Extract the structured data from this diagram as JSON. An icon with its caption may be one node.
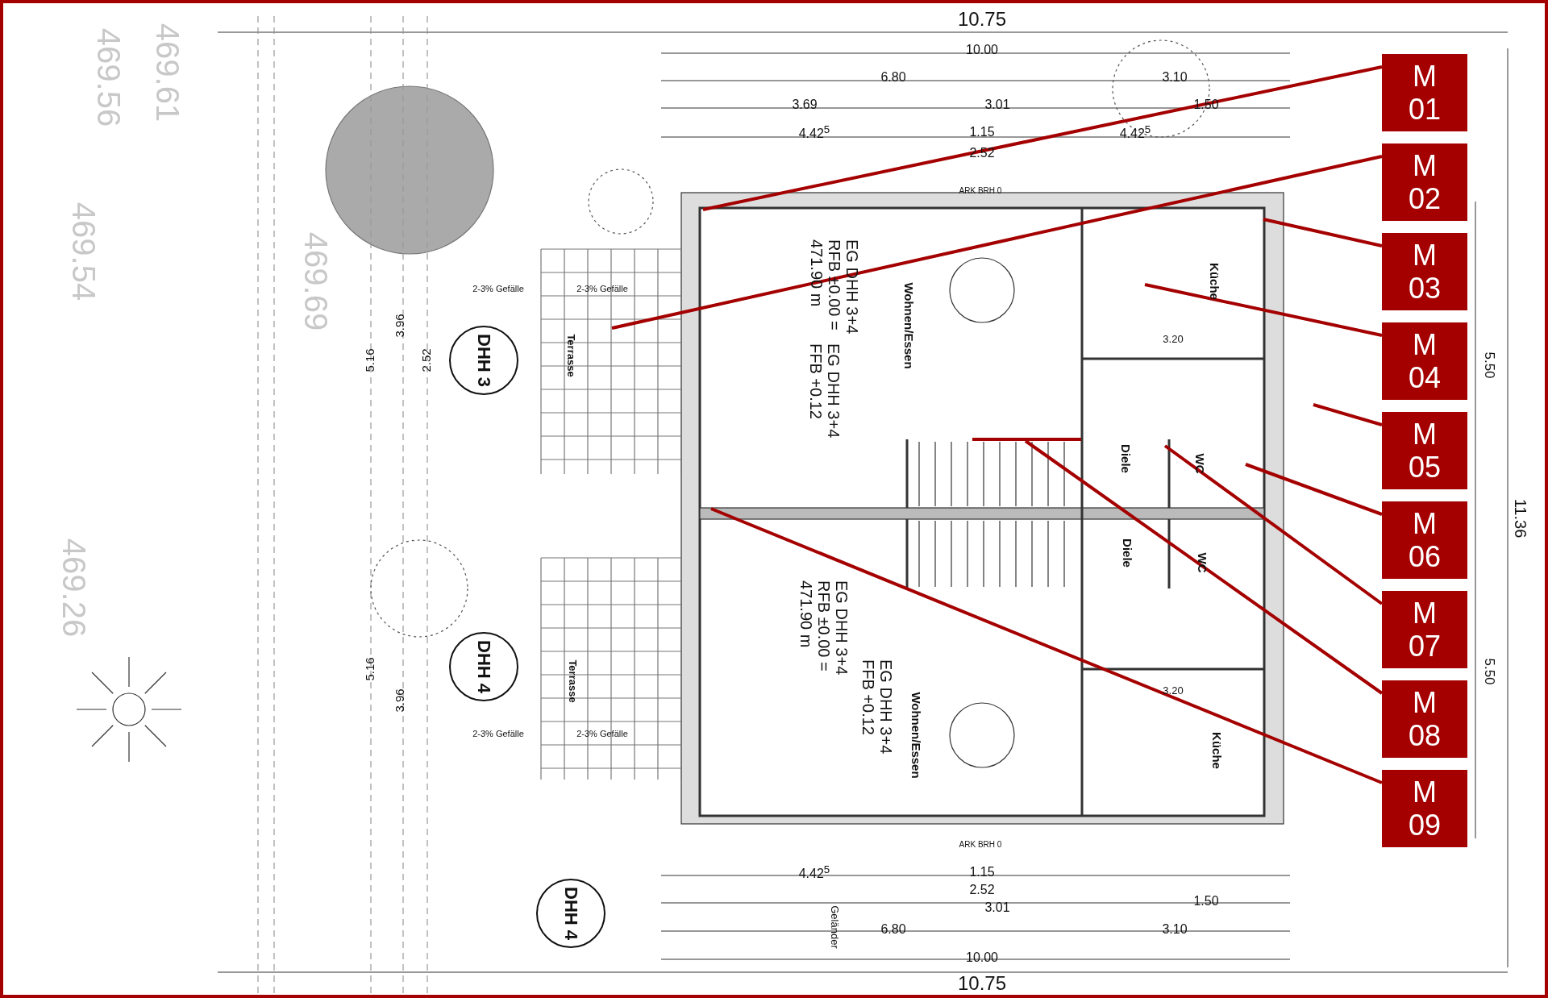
{
  "diagram": {
    "nodes": [
      {
        "text": [
          "M 01"
        ]
      },
      {
        "text": [
          "M 02"
        ]
      },
      {
        "text": [
          "M 03"
        ]
      },
      {
        "text": [
          "M 04"
        ]
      },
      {
        "text": [
          "M 05"
        ]
      },
      {
        "text": [
          "M 06"
        ]
      },
      {
        "text": [
          "M 07"
        ]
      },
      {
        "text": [
          "M 08"
        ]
      },
      {
        "text": [
          "M 09"
        ]
      }
    ],
    "edges": [
      {
        "from": 0,
        "to": null,
        "arrow": "none"
      },
      {
        "from": 1,
        "to": null,
        "arrow": "none"
      },
      {
        "from": 2,
        "to": null,
        "arrow": "none"
      },
      {
        "from": 3,
        "to": null,
        "arrow": "none"
      },
      {
        "from": 4,
        "to": null,
        "arrow": "none"
      },
      {
        "from": 5,
        "to": null,
        "arrow": "none"
      },
      {
        "from": 6,
        "to": null,
        "arrow": "none"
      },
      {
        "from": 7,
        "to": null,
        "arrow": "none"
      },
      {
        "from": 8,
        "to": null,
        "arrow": "none"
      }
    ],
    "labels": [
      "10.75",
      "10.00",
      "6.80",
      "3.10",
      "3.69",
      "3.01",
      "1.50",
      "4.42$^{5}$",
      "1.15",
      "2.52",
      "4.42$^{5}$",
      "469.56",
      "469.61",
      "ARK BRH 0",
      "469.54",
      "469.69",
      "3.96",
      "5.16",
      "2.52",
      "DHH 3",
      "2-3% Gefälle",
      "Terrasse",
      "2-3% Gefälle",
      "EG DHH 3+4 FFB +0.12",
      "EG DHH 3+4 RFB ±0.00 = 471.90 m",
      "Wohnen/Essen",
      "3.20",
      "Küche",
      "5.50",
      "Diele",
      "WC",
      "11.36",
      "469.26",
      "Diele",
      "WC",
      "5.16",
      "3.96",
      "DHH 4",
      "2-3% Gefälle",
      "Terrasse",
      "2-3% Gefälle",
      "EG DHH 3+4 RFB ±0.00 = 471.90 m",
      "EG DHH 3+4 FFB +0.12",
      "Wohnen/Essen",
      "3.20",
      "Küche",
      "5.50",
      "ARK BRH 0",
      "DHH 4",
      "4.42$^{5}$",
      "1.15",
      "2.52",
      "3.01",
      "1.50",
      "Geländer",
      "6.80",
      "3.10",
      "10.00",
      "10.75"
    ]
  }
}
